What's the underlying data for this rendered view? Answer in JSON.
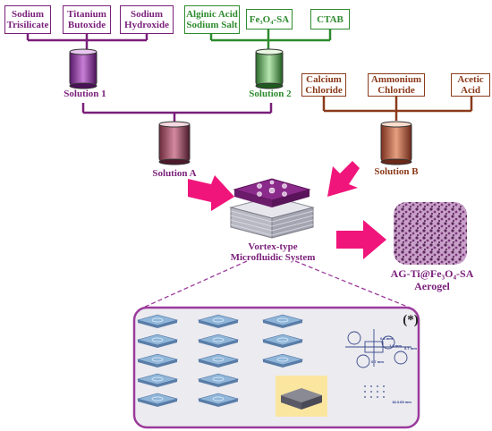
{
  "group1": {
    "color": "#7a1f7a",
    "reagents": [
      "Sodium\nTrisilicate",
      "Titanium\nButoxide",
      "Sodium\nHydroxide"
    ],
    "solution": "Solution 1"
  },
  "group2": {
    "color": "#2e8b2e",
    "reagents": [
      "Alginic Acid\nSodium Salt",
      "Fe₃O₄-SA",
      "CTAB"
    ],
    "solution": "Solution 2"
  },
  "group3": {
    "color": "#8b3a1a",
    "reagents": [
      "Calcium\nChloride",
      "Ammonium\nChloride",
      "Acetic\nAcid"
    ],
    "solution": "Solution B"
  },
  "solution_a": "Solution A",
  "device": "Vortex-type\nMicrofluidic System",
  "product": "AG-Ti@Fe₃O₄-SA\nAerogel",
  "inset": {
    "marker": "(*)",
    "dims": [
      "0.8 mm",
      "1.8 mm",
      "6.7 mm",
      "0.7 mm",
      "18.3.65 mm"
    ]
  },
  "colors": {
    "arrow": "#f0157a",
    "inset_frame": "#9b3a9b",
    "inset_bg": "#ebebf0",
    "chip_top": "#8a2a8a",
    "aerogel": "#9a5a9a"
  }
}
